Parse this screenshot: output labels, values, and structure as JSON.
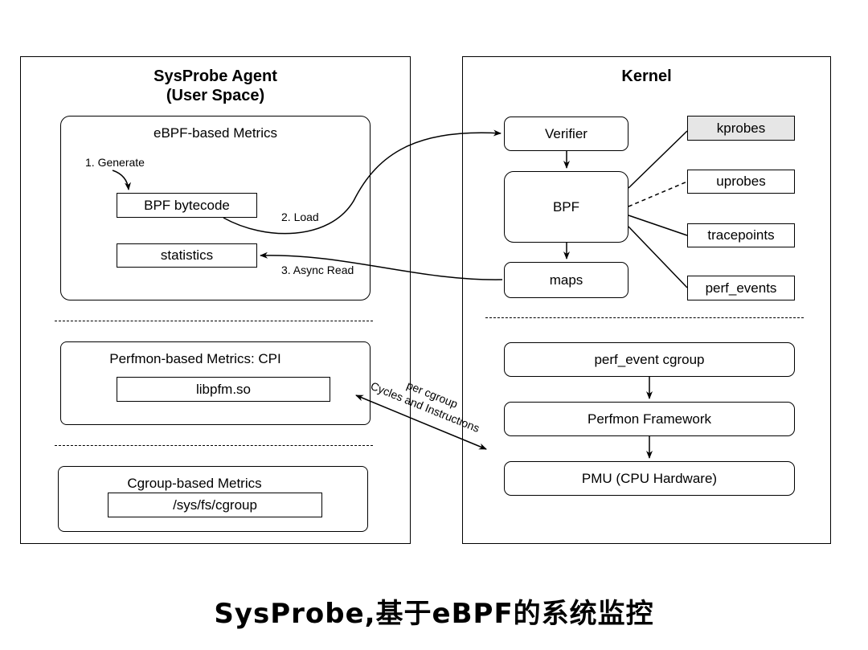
{
  "agent": {
    "title_line1": "SysProbe Agent",
    "title_line2": "(User Space)",
    "ebpf_section": {
      "title": "eBPF-based Metrics",
      "generate_label": "1. Generate",
      "bytecode_label": "BPF bytecode",
      "statistics_label": "statistics"
    },
    "perfmon_section": {
      "title": "Perfmon-based Metrics: CPI",
      "lib_label": "libpfm.so"
    },
    "cgroup_section": {
      "title": "Cgroup-based Metrics",
      "path_label": "/sys/fs/cgroup"
    }
  },
  "kernel": {
    "title": "Kernel",
    "verifier_label": "Verifier",
    "bpf_label": "BPF",
    "maps_label": "maps",
    "probes": [
      "kprobes",
      "uprobes",
      "tracepoints",
      "perf_events"
    ],
    "perf_event_cgroup_label": "perf_event cgroup",
    "perfmon_framework_label": "Perfmon Framework",
    "pmu_label": "PMU (CPU Hardware)"
  },
  "edges": {
    "load_label": "2. Load",
    "async_read_label": "3. Async Read",
    "per_cgroup_label": "per cgroup",
    "cycles_label": "Cycles and Instructions"
  },
  "caption": "SysProbe,基于eBPF的系统监控",
  "colors": {
    "highlight_fill": "#e6e6e6",
    "stroke": "#000000"
  }
}
